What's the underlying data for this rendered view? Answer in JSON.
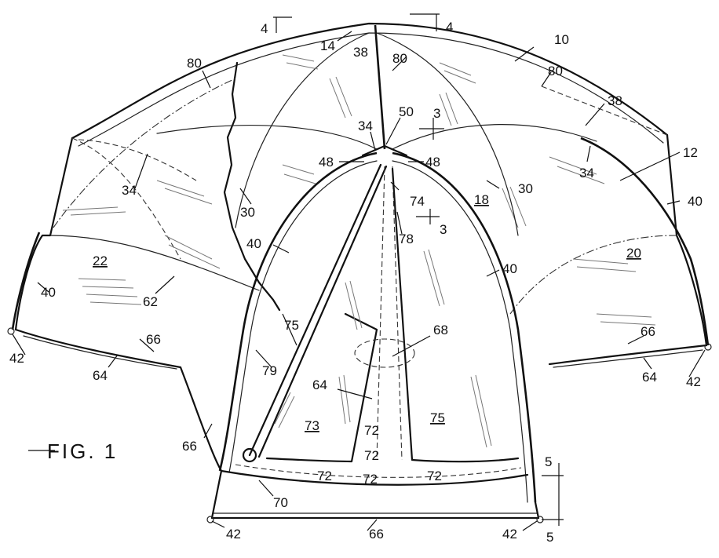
{
  "figure": {
    "label": "FIG. 1"
  },
  "reference_numerals": [
    {
      "id": "n10",
      "text": "10"
    },
    {
      "id": "n12",
      "text": "12"
    },
    {
      "id": "n14",
      "text": "14"
    },
    {
      "id": "n18",
      "text": "18"
    },
    {
      "id": "n20",
      "text": "20"
    },
    {
      "id": "n22",
      "text": "22"
    },
    {
      "id": "n30a",
      "text": "30"
    },
    {
      "id": "n30b",
      "text": "30"
    },
    {
      "id": "n34a",
      "text": "34"
    },
    {
      "id": "n34b",
      "text": "34"
    },
    {
      "id": "n34c",
      "text": "34"
    },
    {
      "id": "n38a",
      "text": "38"
    },
    {
      "id": "n38b",
      "text": "38"
    },
    {
      "id": "n40a",
      "text": "40"
    },
    {
      "id": "n40b",
      "text": "40"
    },
    {
      "id": "n40c",
      "text": "40"
    },
    {
      "id": "n40d",
      "text": "40"
    },
    {
      "id": "n42a",
      "text": "42"
    },
    {
      "id": "n42b",
      "text": "42"
    },
    {
      "id": "n42c",
      "text": "42"
    },
    {
      "id": "n42d",
      "text": "42"
    },
    {
      "id": "n48a",
      "text": "48"
    },
    {
      "id": "n48b",
      "text": "48"
    },
    {
      "id": "n50",
      "text": "50"
    },
    {
      "id": "n62",
      "text": "62"
    },
    {
      "id": "n64a",
      "text": "64"
    },
    {
      "id": "n64b",
      "text": "64"
    },
    {
      "id": "n64c",
      "text": "64"
    },
    {
      "id": "n66a",
      "text": "66"
    },
    {
      "id": "n66b",
      "text": "66"
    },
    {
      "id": "n66c",
      "text": "66"
    },
    {
      "id": "n66d",
      "text": "66"
    },
    {
      "id": "n68",
      "text": "68"
    },
    {
      "id": "n70",
      "text": "70"
    },
    {
      "id": "n72a",
      "text": "72"
    },
    {
      "id": "n72b",
      "text": "72"
    },
    {
      "id": "n72c",
      "text": "72"
    },
    {
      "id": "n72d",
      "text": "72"
    },
    {
      "id": "n72e",
      "text": "72"
    },
    {
      "id": "n73",
      "text": "73"
    },
    {
      "id": "n74",
      "text": "74"
    },
    {
      "id": "n75a",
      "text": "75"
    },
    {
      "id": "n75b",
      "text": "75"
    },
    {
      "id": "n78",
      "text": "78"
    },
    {
      "id": "n79",
      "text": "79"
    },
    {
      "id": "n80a",
      "text": "80"
    },
    {
      "id": "n80b",
      "text": "80"
    },
    {
      "id": "n80c",
      "text": "80"
    }
  ],
  "section_markers": [
    {
      "id": "s3a",
      "text": "3"
    },
    {
      "id": "s3b",
      "text": "3"
    },
    {
      "id": "s4a",
      "text": "4"
    },
    {
      "id": "s4b",
      "text": "4"
    },
    {
      "id": "s5a",
      "text": "5"
    },
    {
      "id": "s5b",
      "text": "5"
    }
  ],
  "colors": {
    "ink": "#111111",
    "paper": "#ffffff"
  }
}
